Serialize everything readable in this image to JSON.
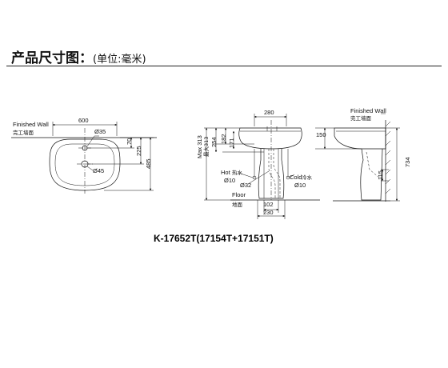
{
  "header": {
    "title": "产品尺寸图：",
    "subtitle": "(单位:毫米)"
  },
  "top_view": {
    "wall_label_en": "Finished Wall",
    "wall_label_cn": "完工墙面",
    "width": "600",
    "tap_hole": "Ø35",
    "drain_hole": "Ø45",
    "dim_70": "70",
    "dim_225": "225",
    "dim_485": "485"
  },
  "front_view": {
    "top_width": "280",
    "max_label": "Max 313",
    "max_label_cn": "最大313",
    "dim_254": "254",
    "dim_182": "182",
    "dim_171": "171",
    "hot_en": "Hot",
    "hot_cn": "热水",
    "hot_pipe": "Ø10",
    "cold_en": "Cold",
    "cold_cn": "冷水",
    "cold_pipe": "Ø10",
    "drain_pipe": "Ø32",
    "dim_102": "102",
    "dim_230": "230",
    "floor_en": "Floor",
    "floor_cn": "地面"
  },
  "side_view": {
    "wall_label_en": "Finished Wall",
    "wall_label_cn": "完工墙面",
    "dim_150": "150",
    "dim_115": "115",
    "dim_734": "734"
  },
  "model": "K-17652T(17154T+17151T)"
}
